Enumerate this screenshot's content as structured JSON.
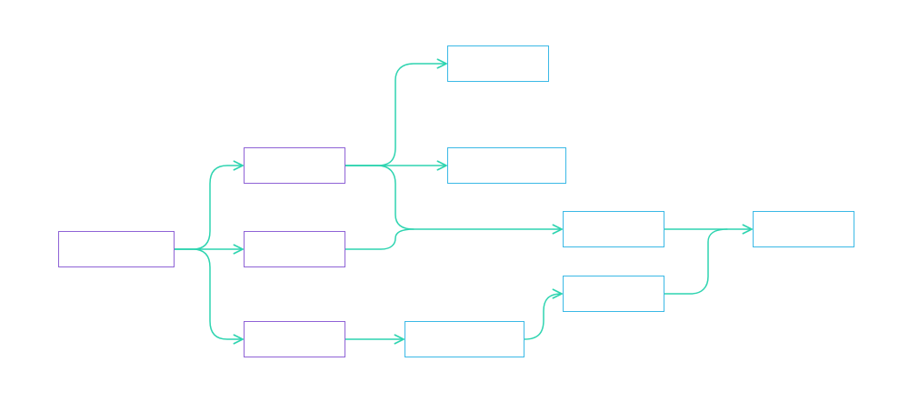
{
  "colors": {
    "connector": "#2ed4b0",
    "purple_border": "#8f63d6",
    "blue_border": "#3bb9e6",
    "background": "#ffffff"
  },
  "nodes": {
    "root": {
      "label": "",
      "style": "purple"
    },
    "mid_a": {
      "label": "",
      "style": "purple"
    },
    "mid_b": {
      "label": "",
      "style": "purple"
    },
    "mid_c": {
      "label": "",
      "style": "purple"
    },
    "out_1": {
      "label": "",
      "style": "blue"
    },
    "out_2": {
      "label": "",
      "style": "blue"
    },
    "step_a": {
      "label": "",
      "style": "blue"
    },
    "merge_a": {
      "label": "",
      "style": "blue"
    },
    "merge_b": {
      "label": "",
      "style": "blue"
    },
    "final": {
      "label": "",
      "style": "blue"
    }
  },
  "edges": [
    {
      "from": "root",
      "to": "mid_a"
    },
    {
      "from": "root",
      "to": "mid_b"
    },
    {
      "from": "root",
      "to": "mid_c"
    },
    {
      "from": "mid_a",
      "to": "out_1"
    },
    {
      "from": "mid_a",
      "to": "out_2"
    },
    {
      "from": "mid_a",
      "to": "merge_a"
    },
    {
      "from": "mid_b",
      "to": "merge_a"
    },
    {
      "from": "mid_c",
      "to": "step_a"
    },
    {
      "from": "step_a",
      "to": "merge_b"
    },
    {
      "from": "merge_a",
      "to": "final"
    },
    {
      "from": "merge_b",
      "to": "final"
    }
  ]
}
